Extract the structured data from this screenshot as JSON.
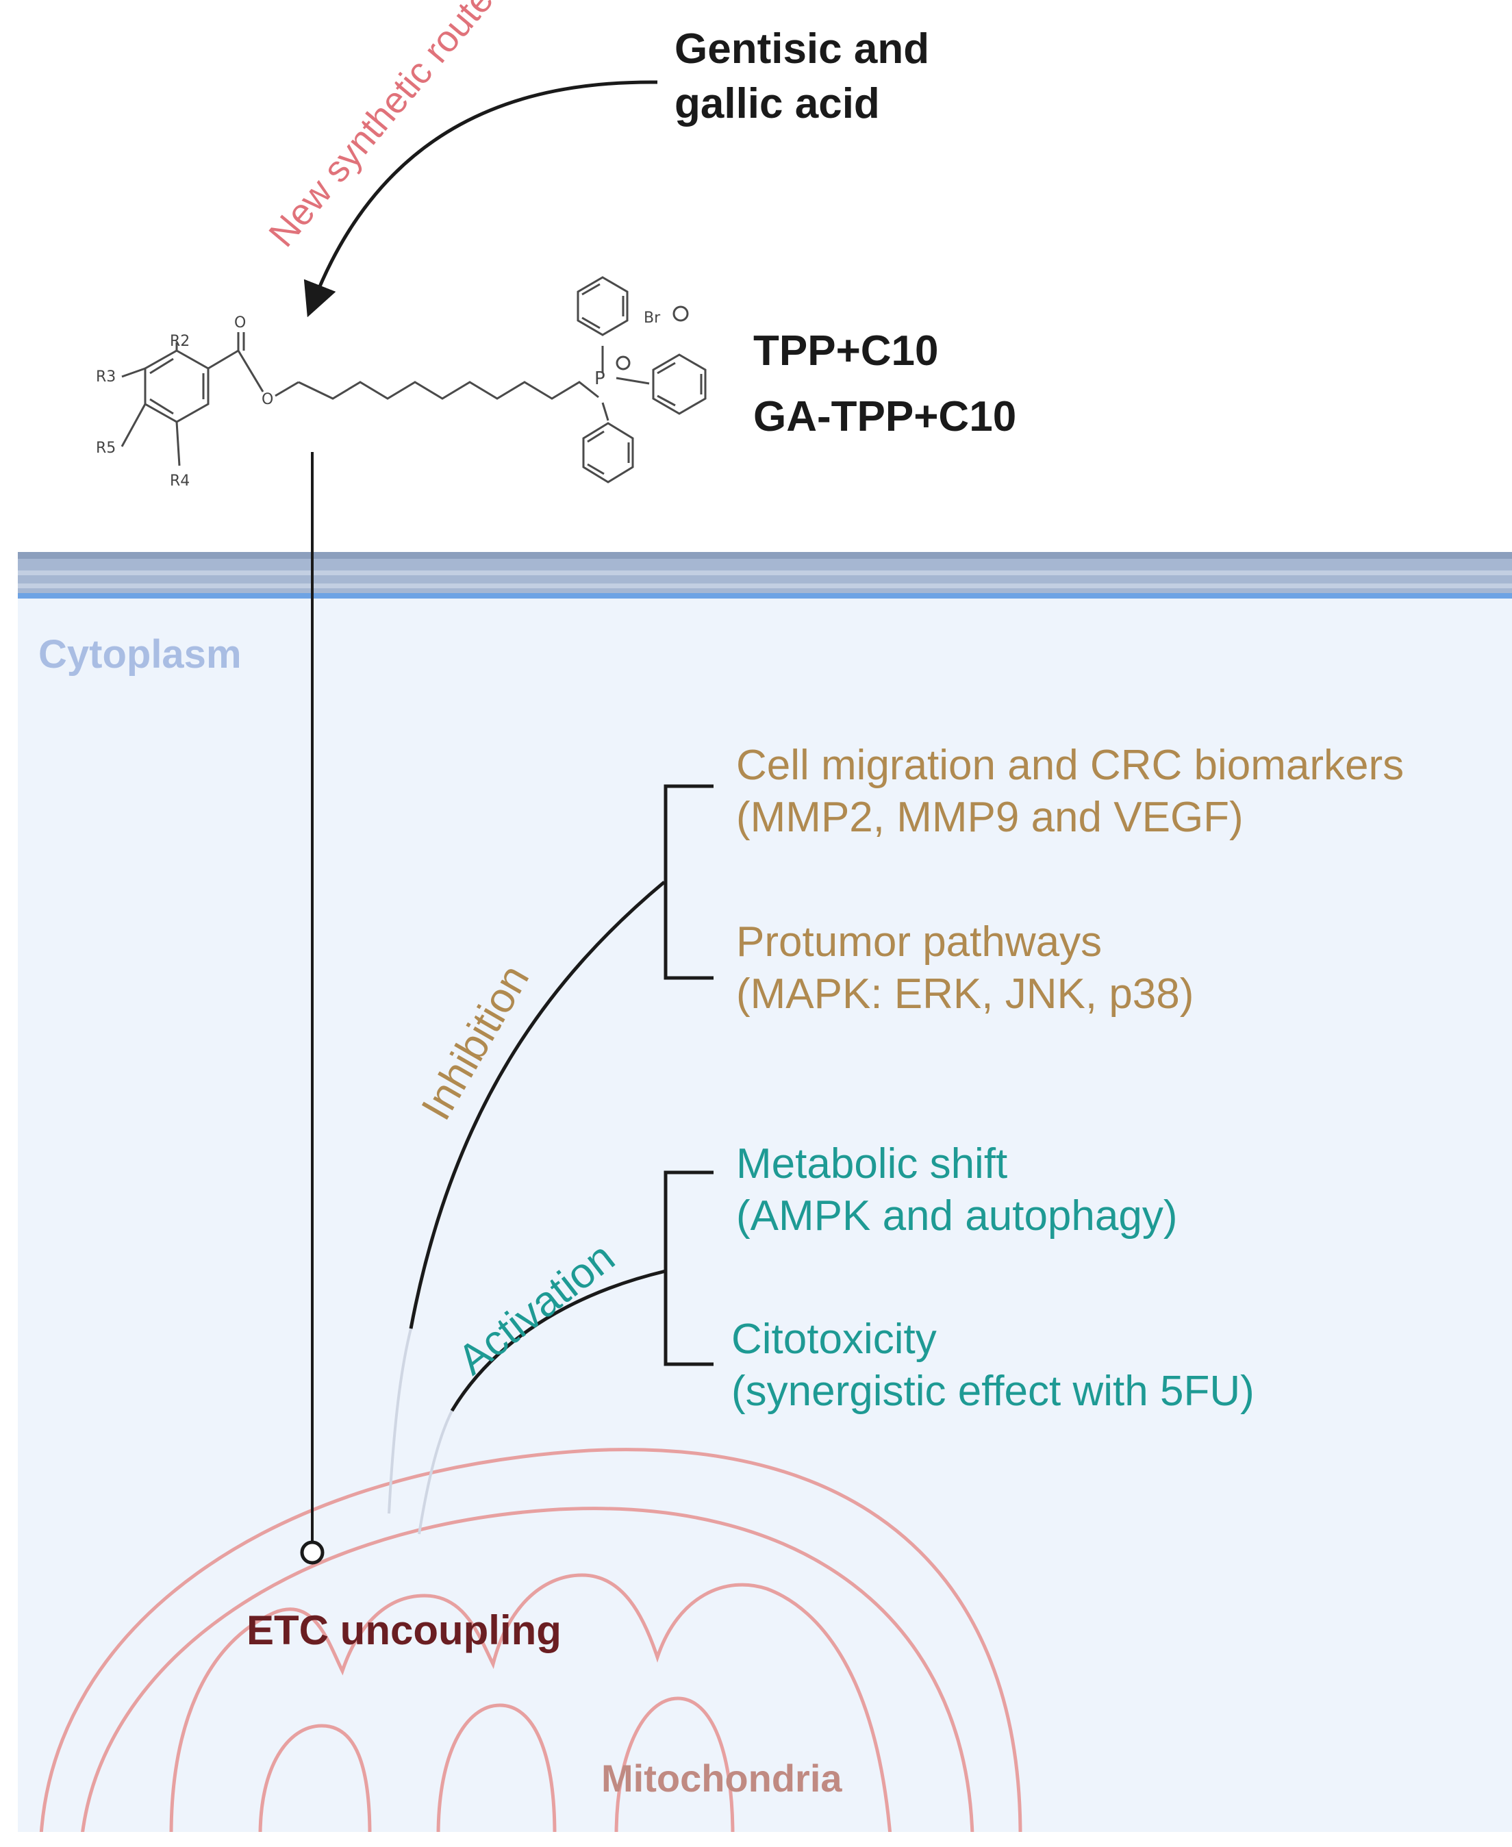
{
  "route": {
    "label": "New synthetic route",
    "source_line1": "Gentisic and",
    "source_line2": "gallic acid"
  },
  "compounds": {
    "first": "TPP+C10",
    "second": "GA-TPP+C10",
    "substituent_r2": "R2",
    "substituent_r3": "R3",
    "substituent_r4": "R4",
    "substituent_r5": "R5",
    "phosphorus": "P",
    "counterion": "Br"
  },
  "regions": {
    "cytoplasm": "Cytoplasm",
    "mitochondria": "Mitochondria"
  },
  "mechanism": {
    "etc": "ETC uncoupling",
    "inhibition_label": "Inhibition",
    "activation_label": "Activation"
  },
  "inhibition_effects": [
    {
      "line1": "Cell migration and CRC biomarkers",
      "line2": "(MMP2, MMP9 and VEGF)"
    },
    {
      "line1": "Protumor pathways",
      "line2": "(MAPK: ERK, JNK, p38)"
    }
  ],
  "activation_effects": [
    {
      "line1": "Metabolic shift",
      "line2": "(AMPK and autophagy)"
    },
    {
      "line1": "Citotoxicity",
      "line2": "(synergistic effect with 5FU)"
    }
  ],
  "colors": {
    "route": "#e0727a",
    "inhibition": "#b08a50",
    "activation": "#1e9a94",
    "cytoplasm_label": "#a9bde3",
    "mitochondria_outline": "#e7a0a0",
    "mitochondria_label": "#c08a82",
    "etc_label": "#6a1e22"
  }
}
